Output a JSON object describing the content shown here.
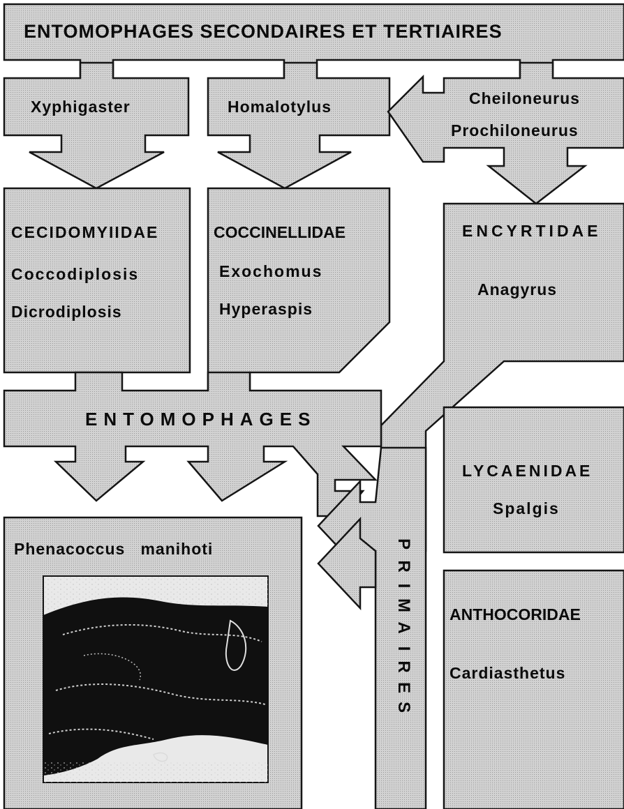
{
  "top_level": {
    "title": "ENTOMOPHAGES  SECONDAIRES  ET  TERTIAIRES",
    "genera": [
      "Xyphigaster",
      "Homalotylus",
      "Cheiloneurus",
      "Prochiloneurus"
    ]
  },
  "families": {
    "cecidomyiidae": {
      "name": "CECIDOMYIIDAE",
      "genera": [
        "Coccodiplosis",
        "Dicrodiplosis"
      ]
    },
    "coccinellidae": {
      "name": "COCCINELLIDAE",
      "genera": [
        "Exochomus",
        "Hyperaspis"
      ]
    },
    "encyrtidae": {
      "name": "ENCYRTIDAE",
      "genera": [
        "Anagyrus"
      ]
    },
    "lycaenidae": {
      "name": "LYCAENIDAE",
      "genera": [
        "Spalgis"
      ]
    },
    "anthocoridae": {
      "name": "ANTHOCORIDAE",
      "genera": [
        "Cardiasthetus"
      ]
    }
  },
  "middle_label": "ENTOMOPHAGES",
  "primaires_label": "PRIMAIRES",
  "primaires_letters": [
    "P",
    "R",
    "I",
    "M",
    "A",
    "I",
    "R",
    "E",
    "S"
  ],
  "pest": {
    "name": "Phenacoccus   manihoti"
  },
  "colors": {
    "fill": "#c8c8c8",
    "stroke": "#151515",
    "text": "#0b0b0b",
    "photo": "#101010"
  }
}
